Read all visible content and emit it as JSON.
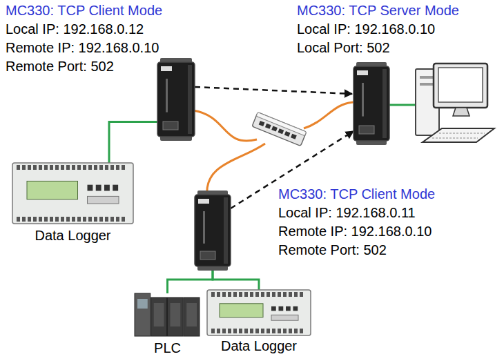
{
  "diagram": {
    "nodes": [
      {
        "text": [
          "MC330: TCP Client Mode",
          "Local IP: 192.168.0.12",
          "Remote IP: 192.168.0.10",
          "Remote Port: 502"
        ]
      },
      {
        "text": [
          "MC330: TCP Server Mode",
          "Local IP: 192.168.0.10",
          "Local Port: 502"
        ]
      },
      {
        "text": [
          "Data Logger"
        ]
      },
      {
        "text": [
          "MC330: TCP Client Mode",
          "Local IP: 192.168.0.11",
          "Remote IP: 192.168.0.10",
          "Remote Port: 502"
        ]
      },
      {
        "text": [
          "PLC"
        ]
      },
      {
        "text": [
          "Data Logger"
        ]
      }
    ],
    "edges": [
      {
        "from": 0,
        "to": 1,
        "arrow": "to"
      },
      {
        "from": 3,
        "to": 1,
        "arrow": "to"
      },
      {
        "from": 2,
        "to": 0,
        "arrow": "none"
      },
      {
        "from": 3,
        "to": 4,
        "arrow": "none"
      },
      {
        "from": 3,
        "to": 5,
        "arrow": "none"
      }
    ]
  }
}
